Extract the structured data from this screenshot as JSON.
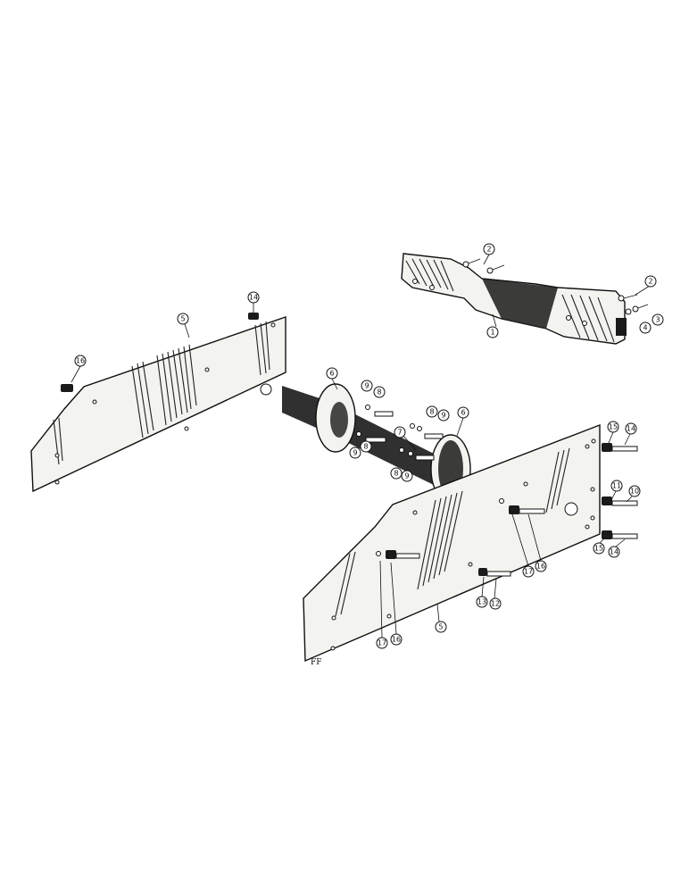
{
  "callouts": {
    "c1": "1",
    "c2a": "2",
    "c2b": "2",
    "c3": "3",
    "c4": "4",
    "c5a": "5",
    "c5b": "5",
    "c6a": "6",
    "c6b": "6",
    "c7": "7",
    "c8a": "8",
    "c8b": "8",
    "c8c": "8",
    "c8d": "8",
    "c9a": "9",
    "c9b": "9",
    "c9c": "9",
    "c9d": "9",
    "c10": "10",
    "c11": "11",
    "c12": "12",
    "c13": "13",
    "c14a": "14",
    "c14b": "14",
    "c14c": "14",
    "c15a": "15",
    "c15b": "15",
    "c16a": "16",
    "c16b": "16",
    "c16c": "16",
    "c17a": "17",
    "c17b": "17"
  },
  "corner_mark": "FF"
}
